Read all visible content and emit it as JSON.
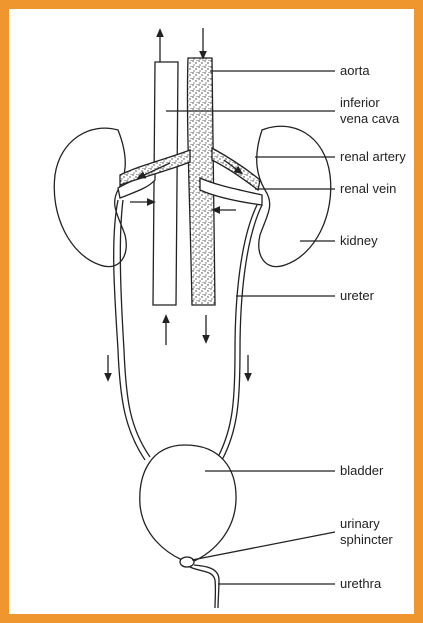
{
  "colors": {
    "border": "#f0962e",
    "ink": "#222222",
    "background": "#ffffff"
  },
  "labels": {
    "aorta": "aorta",
    "inferior_vena_cava_line1": "inferior",
    "inferior_vena_cava_line2": "vena cava",
    "renal_artery": "renal artery",
    "renal_vein": "renal vein",
    "kidney": "kidney",
    "ureter": "ureter",
    "bladder": "bladder",
    "urinary_sphincter_line1": "urinary",
    "urinary_sphincter_line2": "sphincter",
    "urethra": "urethra"
  }
}
